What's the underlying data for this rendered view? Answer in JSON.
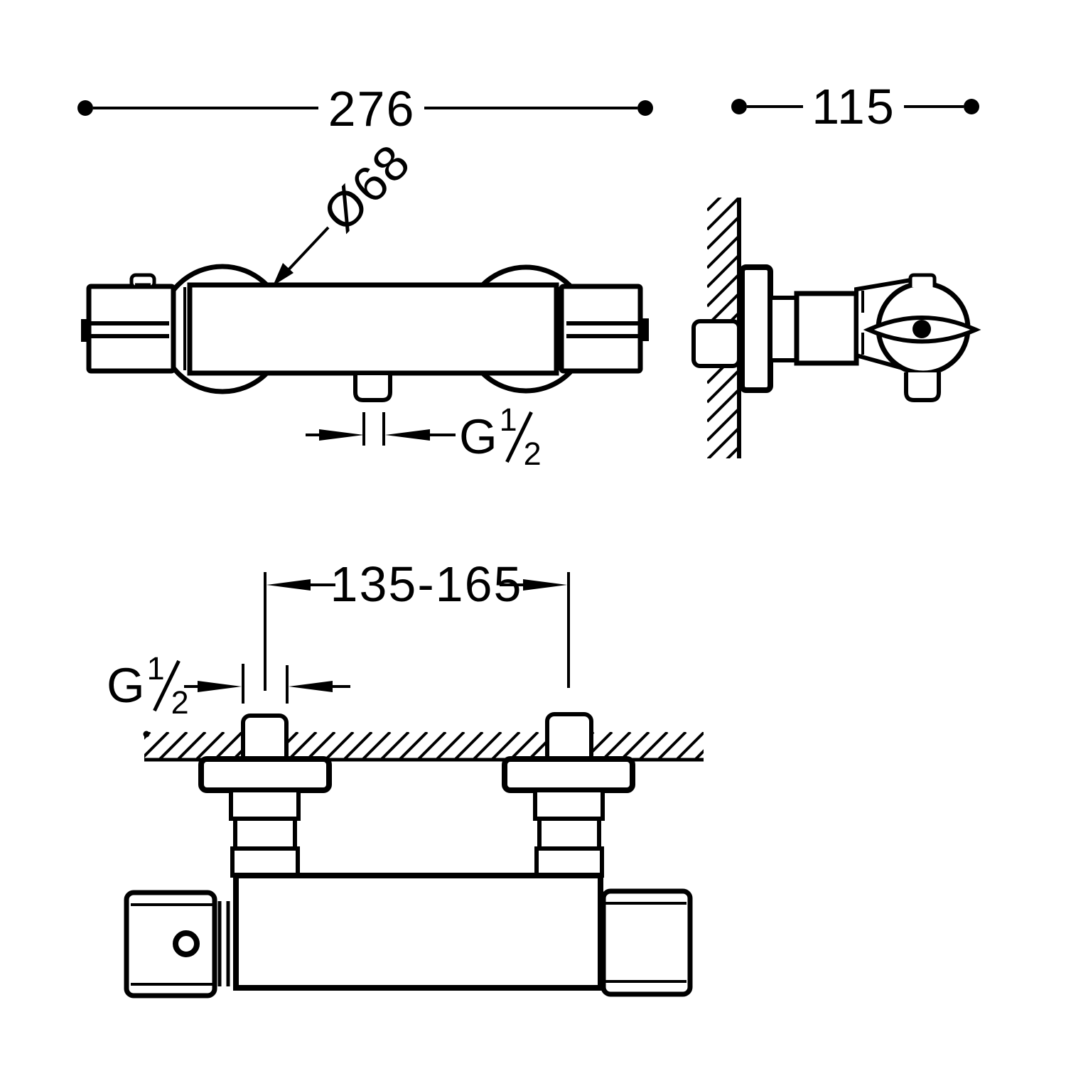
{
  "colors": {
    "ink": "#000000",
    "paper": "#ffffff"
  },
  "views": {
    "front": {
      "dims": {
        "overall_width": "276",
        "body_diameter": "Ø68",
        "outlet_thread": {
          "prefix": "G",
          "numerator": "1",
          "denominator": "2"
        }
      }
    },
    "side": {
      "dims": {
        "depth": "115"
      }
    },
    "installation": {
      "dims": {
        "inlet_centers_range": "135-165",
        "inlet_thread": {
          "prefix": "G",
          "numerator": "1",
          "denominator": "2"
        }
      }
    }
  }
}
